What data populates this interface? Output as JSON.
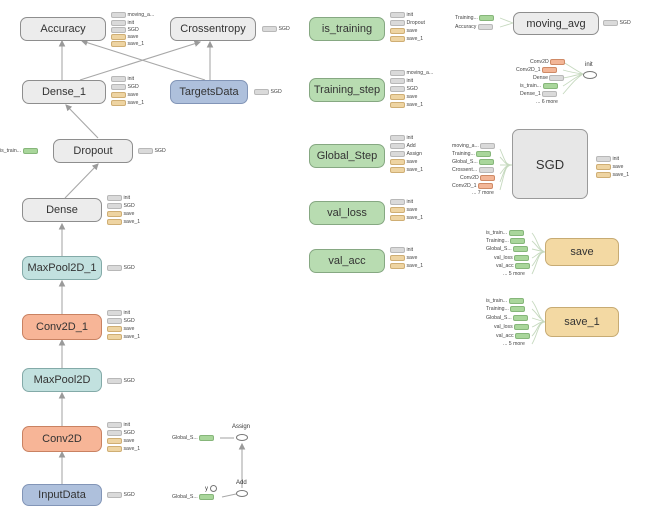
{
  "nodes": {
    "accuracy": "Accuracy",
    "crossentropy": "Crossentropy",
    "dense_1": "Dense_1",
    "targetsdata": "TargetsData",
    "dropout": "Dropout",
    "dense": "Dense",
    "maxpool2d_1": "MaxPool2D_1",
    "conv2d_1": "Conv2D_1",
    "maxpool2d": "MaxPool2D",
    "conv2d": "Conv2D",
    "inputdata": "InputData",
    "is_training": "is_training",
    "training_step": "Training_step",
    "global_step": "Global_Step",
    "val_loss": "val_loss",
    "val_acc": "val_acc",
    "moving_avg": "moving_avg",
    "sgd": "SGD",
    "save": "save",
    "save_1": "save_1"
  },
  "ops": {
    "assign": "Assign",
    "add": "Add",
    "y": "y",
    "global_s": "Global_S..."
  },
  "aux": {
    "init": "init",
    "sgd": "SGD",
    "save": "save",
    "save_1": "save_1",
    "moving_a": "moving_a...",
    "is_train": "is_train...",
    "dropout": "Dropout",
    "add": "Add",
    "assign": "Assign",
    "training": "Training...",
    "accuracy": "Accuracy",
    "conv2d": "Conv2D",
    "conv2d_1": "Conv2D_1",
    "dense": "Dense",
    "dense_1": "Dense_1",
    "moving_a2": "moving_a...",
    "global_s": "Global_S...",
    "crossent": "Crossent...",
    "val_loss": "val_loss",
    "val_acc": "val_acc",
    "more5": "... 5 more",
    "more6": "... 6 more",
    "more7": "... 7 more"
  },
  "colors": {
    "gray": "#ececec",
    "green": "#b8dcb1",
    "teal": "#c2e1df",
    "salmon": "#f7b597",
    "blue": "#aec0dc",
    "yellow": "#f3d9a3"
  }
}
